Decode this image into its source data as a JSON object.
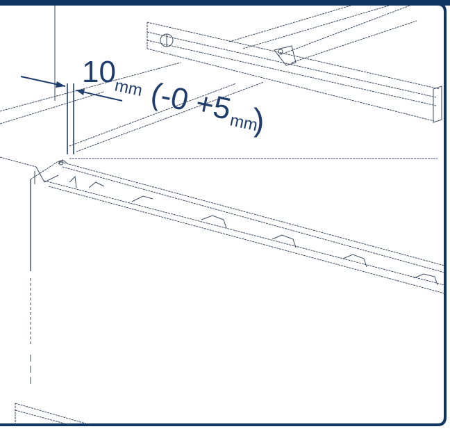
{
  "figure": {
    "label_main": "10",
    "label_unit_1": "mm",
    "label_tol_open": "(-0 +5",
    "label_unit_2": "mm",
    "label_tol_close": ")"
  },
  "colors": {
    "frame": "#0f3564",
    "text": "#1f3d6b",
    "line": "#3c4a5e"
  }
}
